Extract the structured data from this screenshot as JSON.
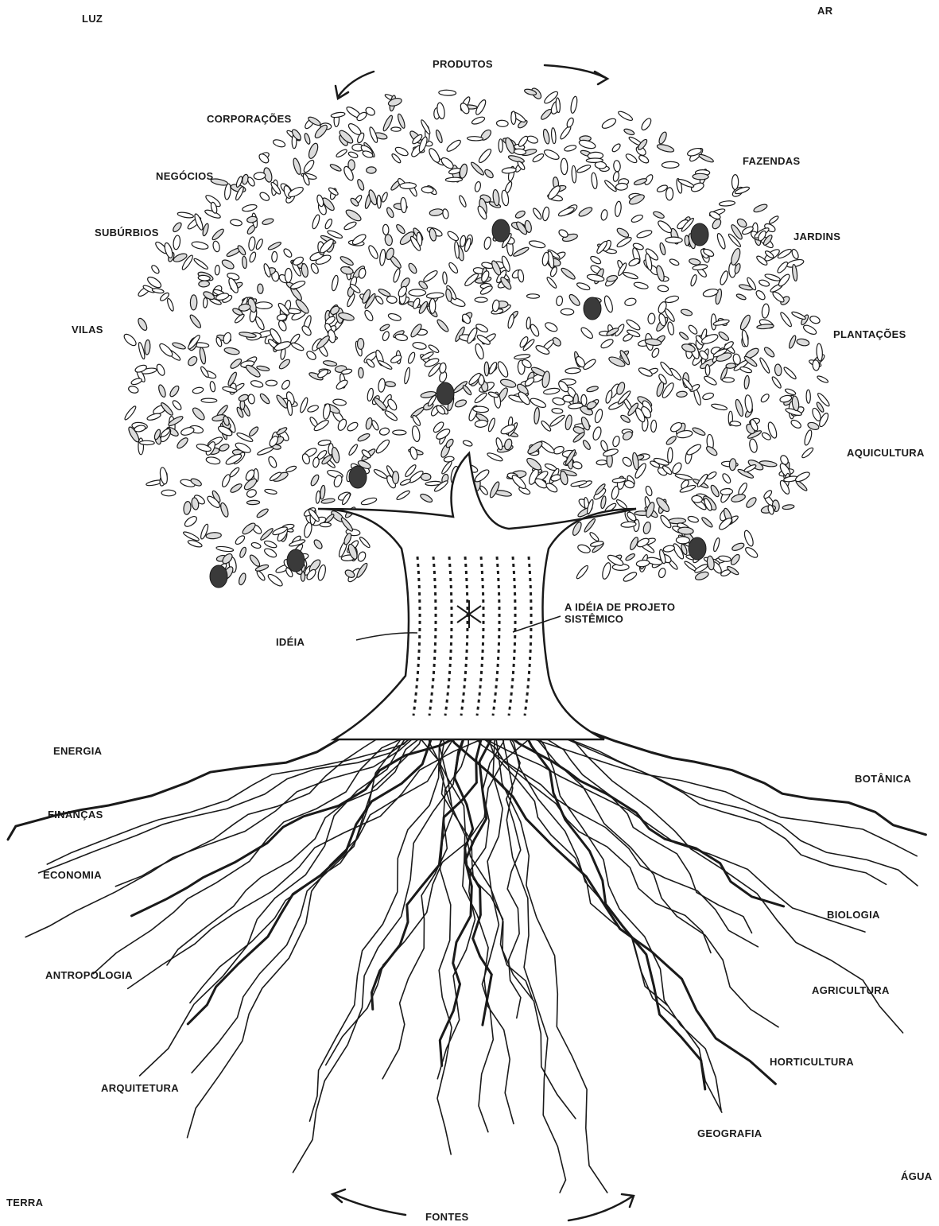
{
  "corners": {
    "top_left": "LUZ",
    "top_right": "AR",
    "bottom_left": "TERRA",
    "bottom_right": "ÁGUA"
  },
  "top_flow": "PRODUTOS",
  "bottom_flow": "FONTES",
  "canopy_left": [
    "CORPORAÇÕES",
    "NEGÓCIOS",
    "SUBÚRBIOS",
    "VILAS"
  ],
  "canopy_right": [
    "FAZENDAS",
    "JARDINS",
    "PLANTAÇÕES",
    "AQUICULTURA"
  ],
  "trunk": {
    "left": "IDÉIA",
    "right": "A IDÉIA DE PROJETO SISTÊMICO"
  },
  "roots_left": [
    "ENERGIA",
    "FINANÇAS",
    "ECONOMIA",
    "ANTROPOLOGIA",
    "ARQUITETURA"
  ],
  "roots_right": [
    "BOTÂNICA",
    "BIOLOGIA",
    "AGRICULTURA",
    "HORTICULTURA",
    "GEOGRAFIA"
  ],
  "colors": {
    "ink": "#1a1a1a",
    "paper": "#ffffff"
  }
}
